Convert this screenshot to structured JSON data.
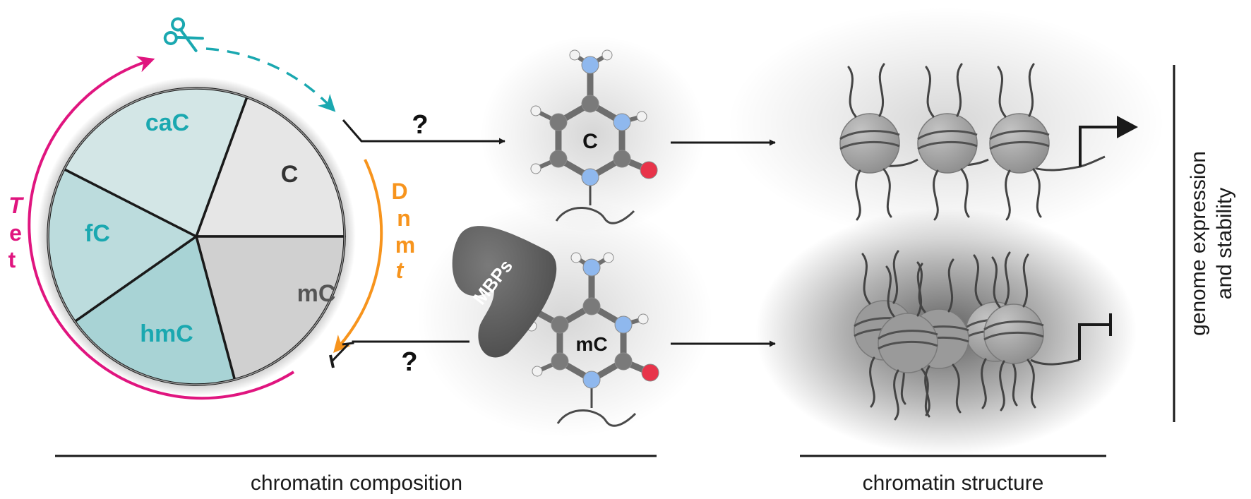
{
  "pie": {
    "slices": [
      {
        "label": "C",
        "color": "#e6e6e6",
        "text_color": "#333333"
      },
      {
        "label": "mC",
        "color": "#d0d0d0",
        "text_color": "#555555"
      },
      {
        "label": "hmC",
        "color": "#a8d3d5",
        "text_color": "#1aa8b0"
      },
      {
        "label": "fC",
        "color": "#bcdcdd",
        "text_color": "#1aa8b0"
      },
      {
        "label": "caC",
        "color": "#d3e6e6",
        "text_color": "#1aa8b0"
      }
    ]
  },
  "enzymes": {
    "tet": {
      "letters": [
        "T",
        "e",
        "t"
      ],
      "color": "#e0157f"
    },
    "dnmt": {
      "letters": [
        "D",
        "n",
        "m",
        "t"
      ],
      "color": "#f7941d"
    },
    "scissors_color": "#1aa8b0"
  },
  "pathways": {
    "top_question": "?",
    "bottom_question": "?",
    "top_base_label": "C",
    "bottom_base_label": "mC",
    "protein_label": "MBPs"
  },
  "atom_colors": {
    "carbon": "#7a7a7a",
    "nitrogen": "#8fb8ee",
    "oxygen": "#e8344a",
    "hydrogen": "#f2f2f2"
  },
  "footer": {
    "left": "chromatin composition",
    "right": "chromatin structure"
  },
  "side_label": {
    "line1": "genome expression",
    "line2": "and stability"
  }
}
